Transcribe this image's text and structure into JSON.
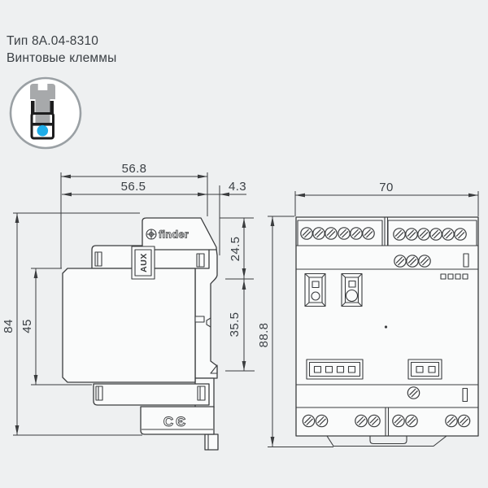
{
  "header": {
    "type_label": "Тип 8A.04-8310",
    "terminal_label": "Винтовые клеммы"
  },
  "icon": {
    "kind": "screw-terminal"
  },
  "side_view": {
    "dims": {
      "overall_width": "56.8",
      "body_width": "56.5",
      "rail_offset": "4.3",
      "overall_height": "84",
      "body_height": "45",
      "top_depth": "24.5",
      "rail_depth": "35.5"
    },
    "brand_label": "finder",
    "aux_label": "AUX",
    "ce_mark": "CЄ"
  },
  "front_view": {
    "dims": {
      "width": "70",
      "height": "88.8"
    }
  },
  "colors": {
    "background": "#eef0f1",
    "line": "#3b3d3f",
    "fill": "#fafbfb",
    "text": "#3a3f44",
    "screw_gray": "#a7a9ab",
    "clamp_black": "#1d1d1e",
    "accent_blue": "#1fade8",
    "icon_ring": "#9aa0a4"
  }
}
